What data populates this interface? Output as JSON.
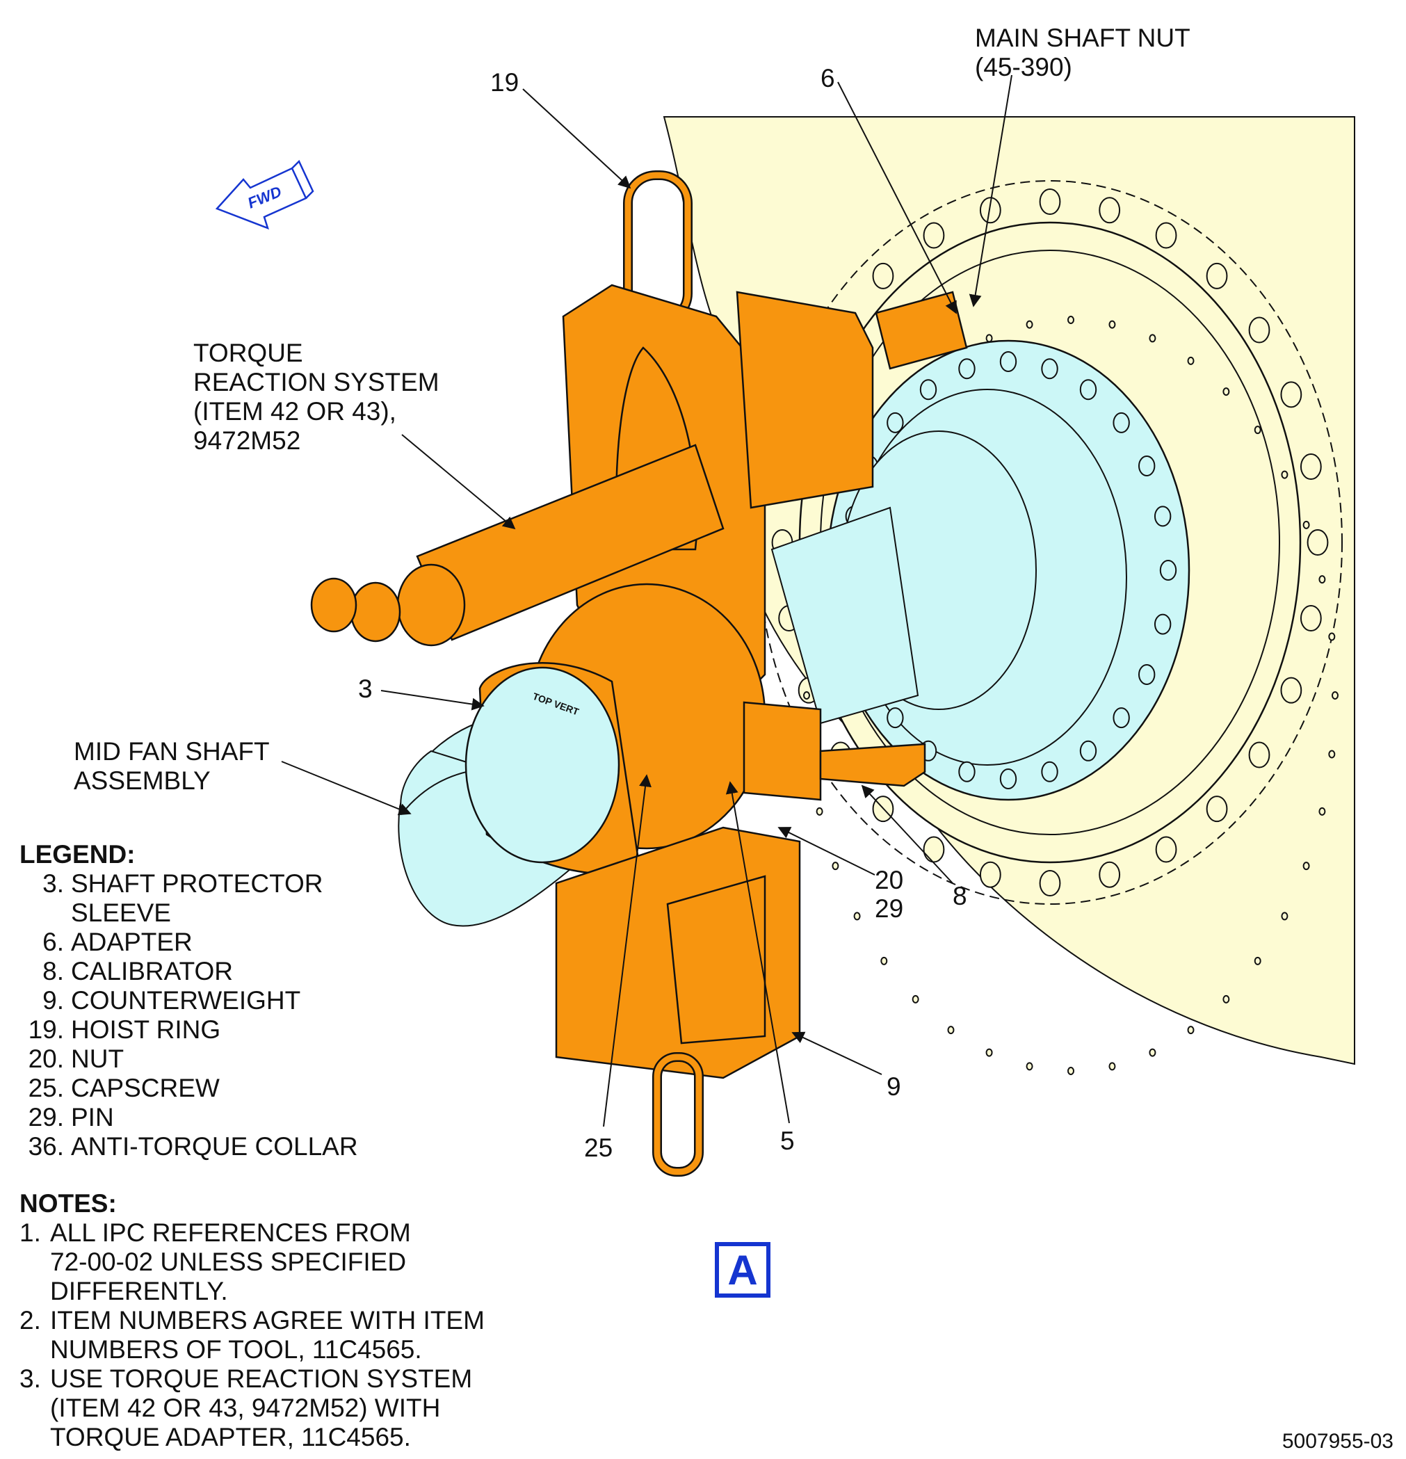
{
  "callouts": {
    "c19": "19",
    "c6": "6",
    "main_shaft_nut": [
      "MAIN SHAFT NUT",
      "(45-390)"
    ],
    "torque_reaction": [
      "TORQUE",
      "REACTION SYSTEM",
      "(ITEM 42 OR 43),",
      "9472M52"
    ],
    "c3": "3",
    "mid_fan_shaft": [
      "MID FAN SHAFT",
      "ASSEMBLY"
    ],
    "c20": "20",
    "c29": "29",
    "c8": "8",
    "c9": "9",
    "c25": "25",
    "c5": "5"
  },
  "fwd_label": "FWD",
  "collar_marking": "TOP VERT",
  "legend": {
    "title": "LEGEND:",
    "items": [
      {
        "num": "3.",
        "text": "SHAFT PROTECTOR\nSLEEVE"
      },
      {
        "num": "6.",
        "text": "ADAPTER"
      },
      {
        "num": "8.",
        "text": "CALIBRATOR"
      },
      {
        "num": "9.",
        "text": "COUNTERWEIGHT"
      },
      {
        "num": "19.",
        "text": "HOIST RING"
      },
      {
        "num": "20.",
        "text": "NUT"
      },
      {
        "num": "25.",
        "text": "CAPSCREW"
      },
      {
        "num": "29.",
        "text": "PIN"
      },
      {
        "num": "36.",
        "text": "ANTI-TORQUE COLLAR"
      }
    ]
  },
  "notes": {
    "title": "NOTES:",
    "items": [
      {
        "num": "1.",
        "text": "ALL IPC REFERENCES FROM\n72-00-02 UNLESS SPECIFIED\nDIFFERENTLY."
      },
      {
        "num": "2.",
        "text": "ITEM NUMBERS AGREE WITH ITEM\nNUMBERS OF TOOL, 11C4565."
      },
      {
        "num": "3.",
        "text": "USE TORQUE REACTION SYSTEM\n(ITEM 42 OR 43, 9472M52) WITH\nTORQUE ADAPTER, 11C4565."
      }
    ]
  },
  "view_label": "A",
  "figure_number": "5007955-03",
  "colors": {
    "tool_orange": "#f7950f",
    "shaft_cyan": "#ccf7f7",
    "disk_yellow": "#fdfbd3",
    "view_blue": "#1535d0",
    "outline": "#111111"
  }
}
